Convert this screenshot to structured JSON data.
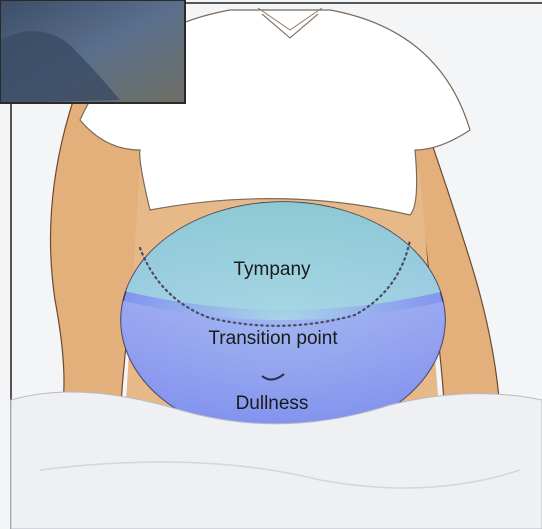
{
  "illustration": {
    "labels": {
      "tympany": "Tympany",
      "transition": "Transition point",
      "dullness": "Dullness"
    },
    "colors": {
      "tympany_zone": "#8fd3cf",
      "dullness_zone": "#8f99f2",
      "skin": "#e3b07c",
      "sheet": "#eef0f3",
      "inset_photo": "#4a5e78"
    }
  }
}
